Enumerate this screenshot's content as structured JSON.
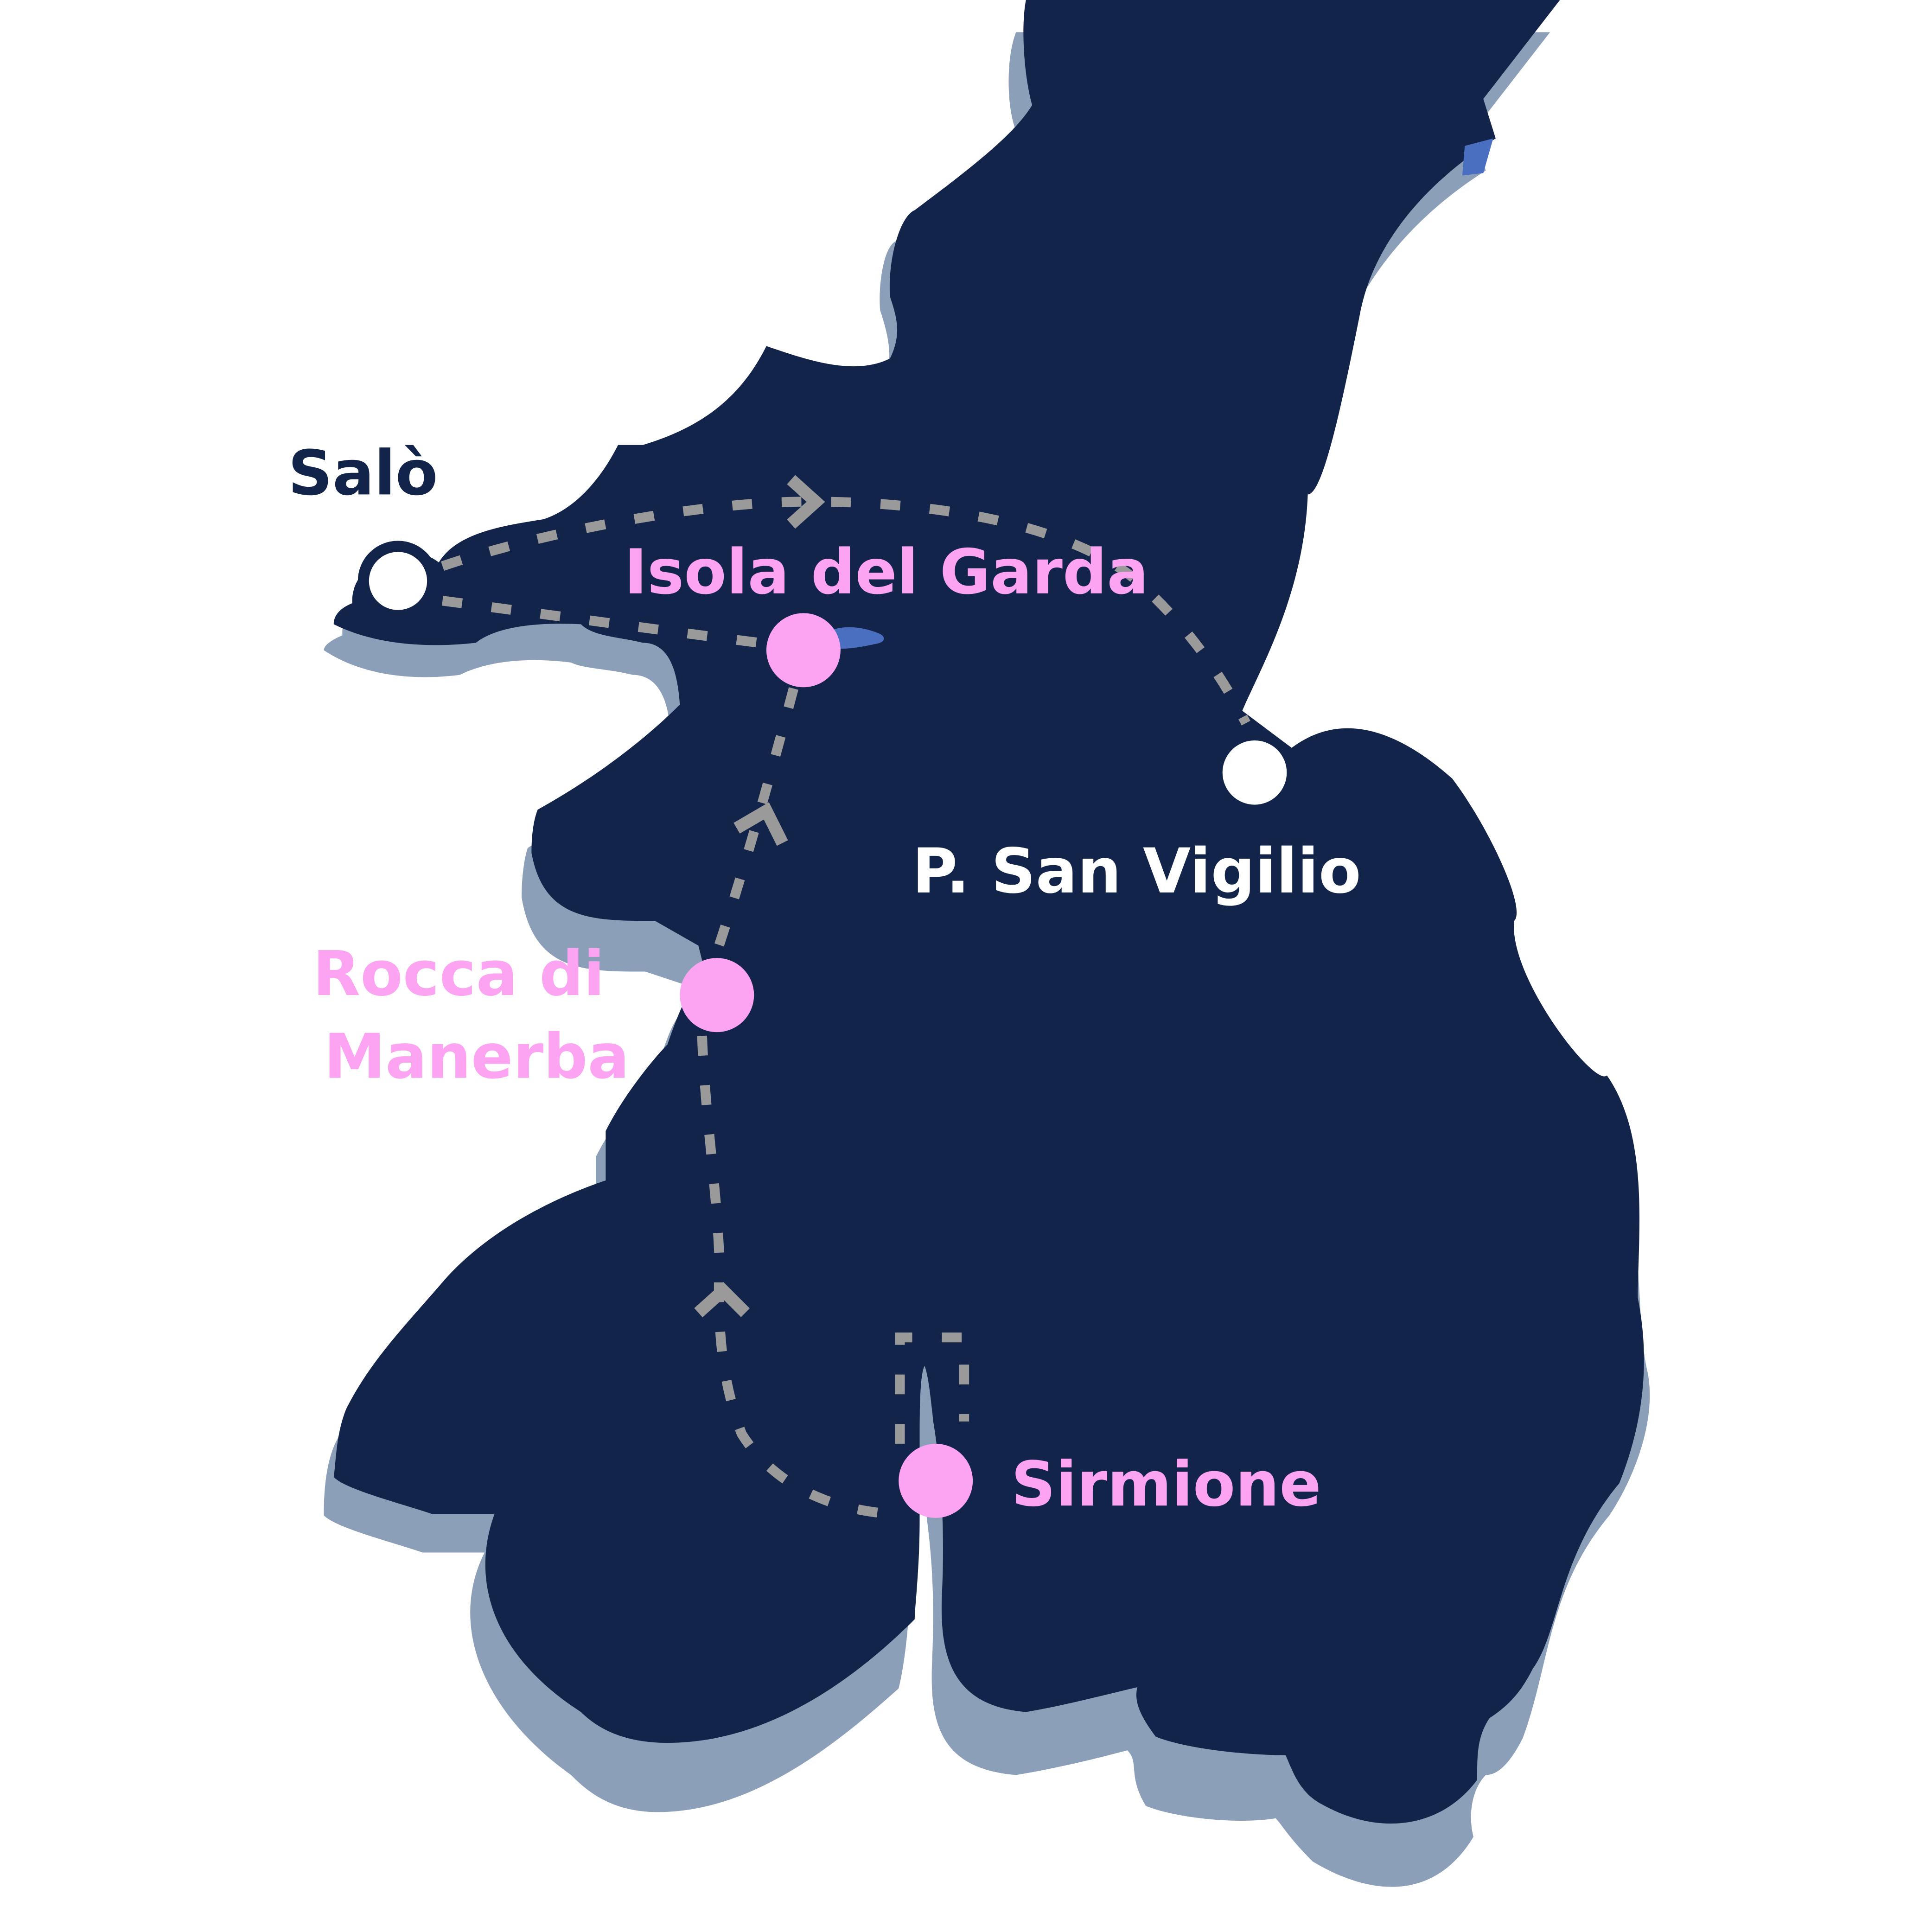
{
  "map": {
    "colors": {
      "lake": "#13244b",
      "lake_shadow": "#8b9fb8",
      "accent_blue": "#4a6fc0",
      "route": "#9a9a9a",
      "stop_pink": "#fca3f2",
      "port_white": "#ffffff",
      "label_dark": "#13244b",
      "label_light": "#ffffff"
    },
    "places": {
      "salo": {
        "label": "Salò",
        "marker": "port"
      },
      "isola": {
        "label": "Isola del Garda",
        "marker": "stop"
      },
      "vigilio": {
        "label": "P. San Vigilio",
        "marker": "port"
      },
      "rocca_line1": "Rocca di",
      "rocca_line2": "Manerba",
      "rocca": {
        "marker": "stop"
      },
      "sirmione": {
        "label": "Sirmione",
        "marker": "stop"
      }
    },
    "route_icons": [
      "chevron-right-icon",
      "chevron-up-icon",
      "chevron-up-icon"
    ]
  }
}
